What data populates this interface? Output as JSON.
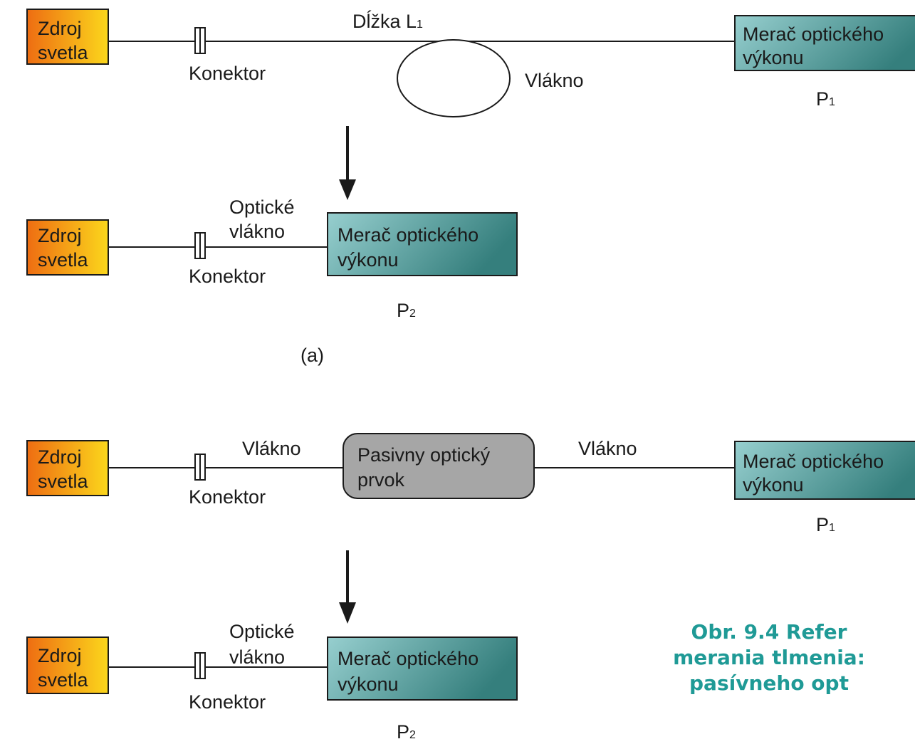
{
  "colors": {
    "source_gradient_start": "#ee6d12",
    "source_gradient_end": "#fbd71c",
    "meter_gradient_start": "#97cfcf",
    "meter_gradient_end": "#357f7d",
    "passive_fill": "#a6a6a6",
    "caption": "#1f9a96",
    "line": "#1a1a1a"
  },
  "labels": {
    "source_line1": "Zdroj",
    "source_line2": "svetla",
    "connector": "Konektor",
    "meter_line1": "Merač optického",
    "meter_line2": "výkonu",
    "length": "Dĺžka L",
    "length_sub": "1",
    "fiber": "Vlákno",
    "optical_fiber_line1": "Optické",
    "optical_fiber_line2": "vlákno",
    "power_P": "P",
    "p1_sub": "1",
    "p2_sub": "2",
    "panel_a": "(a)",
    "passive_line1": "Pasivny optický",
    "passive_line2": "prvok"
  },
  "caption": {
    "line1": "Obr. 9.4 Refer",
    "line2": "merania tlmenia:",
    "line3": "pasívneho opt"
  }
}
